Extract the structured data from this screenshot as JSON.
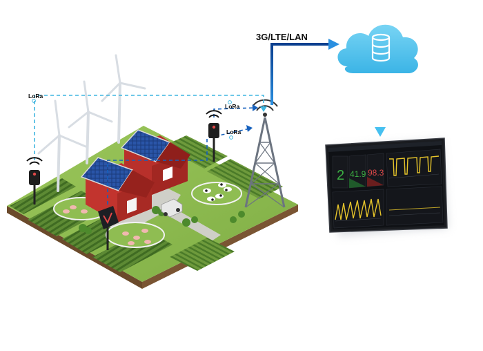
{
  "network_label": "3G/LTE/LAN",
  "lora_labels": [
    "LoRa",
    "LoRa",
    "LoRa"
  ],
  "icons": {
    "cloud": "cloud-database-icon",
    "tower": "cell-tower-icon",
    "sensor": "lora-sensor-icon",
    "gateway": "lora-gateway-icon",
    "tablet": "dashboard-tablet"
  },
  "dashboard": {
    "stat_count": "2",
    "stat_value_1": "41.9",
    "stat_value_2": "98.3"
  },
  "colors": {
    "arrow_blue": "#1560bd",
    "link_cyan": "#3fb6e0",
    "cloud": "#5cc7ec",
    "grass": "#8dbb4e",
    "barn_red": "#b8302b",
    "dashboard_green": "#3cb043",
    "dashboard_red": "#e04848",
    "chart_yellow": "#e7c52b"
  }
}
